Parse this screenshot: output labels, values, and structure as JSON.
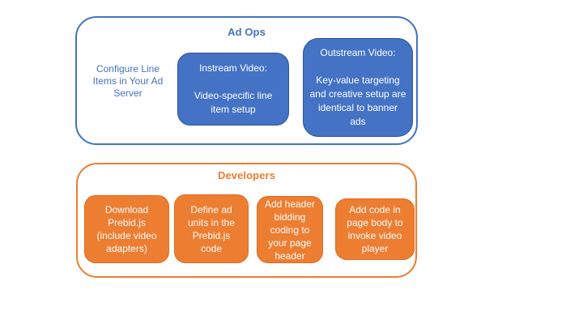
{
  "colors": {
    "blue_fill": "#4472C4",
    "blue_border": "#2F5597",
    "blue_text": "#4472C4",
    "orange_fill": "#ED7D31",
    "orange_border": "#E06B20",
    "node_text": "#FFFFFF",
    "background": "#FFFFFF"
  },
  "groups": {
    "ad_ops": {
      "title": "Ad Ops",
      "side_note": "Configure Line Items in Your Ad Server",
      "nodes": [
        {
          "heading": "Instream Video:",
          "body": "Video-specific line item setup"
        },
        {
          "heading": "Outstream Video:",
          "body": "Key-value targeting and creative setup are identical to banner ads"
        }
      ]
    },
    "developers": {
      "title": "Developers",
      "steps": [
        "Download Prebid.js (include video adapters)",
        "Define ad units in the Prebid.js code",
        "Add header bidding coding to your page header",
        "Add code in page body to invoke video player"
      ]
    }
  }
}
